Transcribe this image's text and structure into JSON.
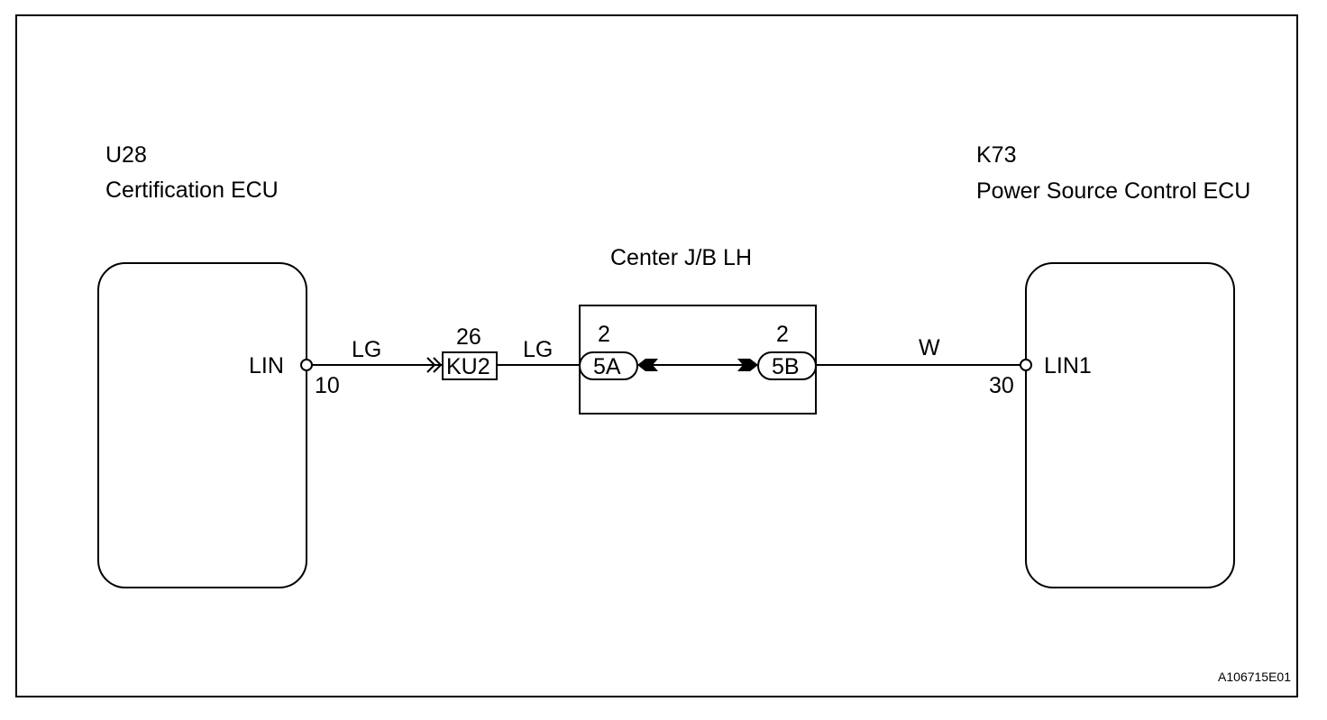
{
  "ecu_left": {
    "code": "U28",
    "name": "Certification ECU",
    "terminal_name": "LIN",
    "pin": "10"
  },
  "ecu_right": {
    "code": "K73",
    "name": "Power Source Control ECU",
    "terminal_name": "LIN1",
    "pin": "30"
  },
  "junction_block": {
    "title": "Center J/B LH",
    "connector_a": {
      "id": "5A",
      "pin": "2"
    },
    "connector_b": {
      "id": "5B",
      "pin": "2"
    }
  },
  "inline_connector": {
    "id": "KU2",
    "pin": "26"
  },
  "wires": {
    "left_1": "LG",
    "left_2": "LG",
    "right": "W"
  },
  "figure_id": "A106715E01"
}
